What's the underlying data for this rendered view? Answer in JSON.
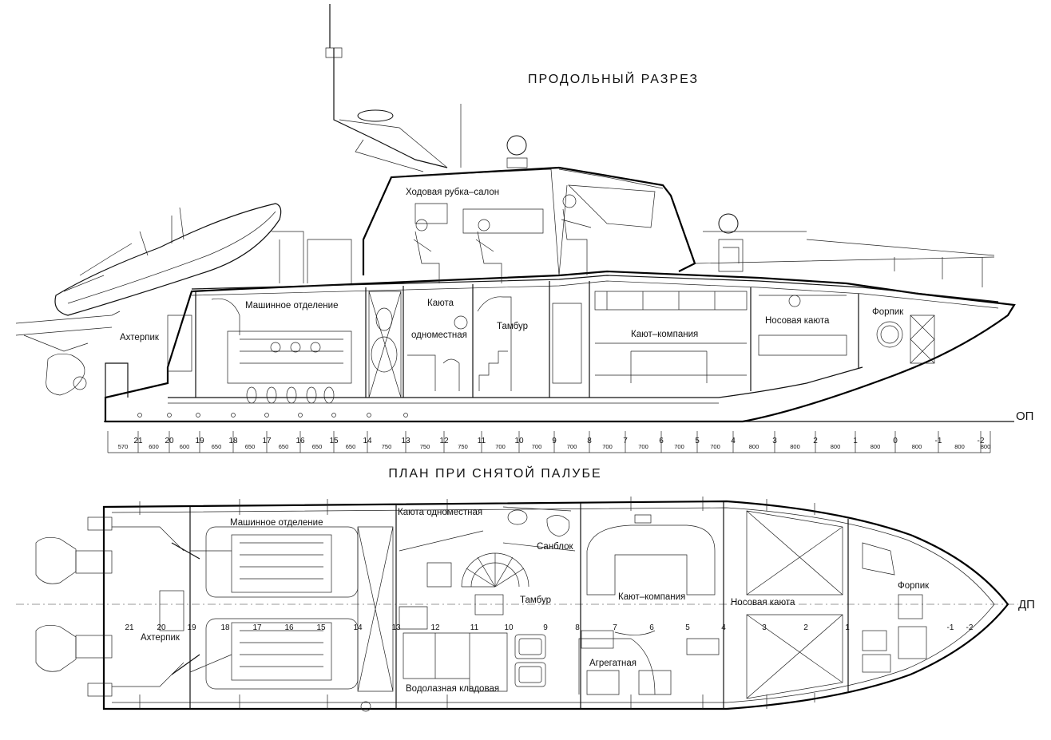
{
  "section_title": "ПРОДОЛЬНЫЙ РАЗРЕЗ",
  "plan_title": "ПЛАН ПРИ СНЯТОЙ ПАЛУБЕ",
  "baseline_label": "ОП",
  "centerline_label": "ДП",
  "section_labels": {
    "wheelhouse": "Ходовая рубка–салон",
    "engine_room": "Машинное отделение",
    "stern": "Ахтерпик",
    "cabin_single_1": "Каюта",
    "cabin_single_2": "одноместная",
    "vestibule": "Тамбур",
    "wardroom": "Кают–компания",
    "bow_cabin": "Носовая каюта",
    "forepeak": "Форпик"
  },
  "plan_labels": {
    "engine_room": "Машинное отделение",
    "stern": "Ахтерпик",
    "cabin_single": "Каюта одноместная",
    "sanitary": "Санблок",
    "vestibule": "Тамбур",
    "wardroom": "Кают–компания",
    "bow_cabin": "Носовая каюта",
    "forepeak": "Форпик",
    "generator": "Агрегатная",
    "diving_store": "Водолазная кладовая"
  },
  "frames": [
    "21",
    "20",
    "19",
    "18",
    "17",
    "16",
    "15",
    "14",
    "13",
    "12",
    "11",
    "10",
    "9",
    "8",
    "7",
    "6",
    "5",
    "4",
    "3",
    "2",
    "1",
    "0",
    "-1",
    "-2"
  ],
  "spacings": [
    "570",
    "600",
    "600",
    "650",
    "650",
    "650",
    "650",
    "650",
    "750",
    "750",
    "750",
    "700",
    "700",
    "700",
    "700",
    "700",
    "700",
    "700",
    "800",
    "800",
    "800",
    "800",
    "800",
    "800",
    "800"
  ],
  "plan_frames": [
    "21",
    "20",
    "19",
    "18",
    "17",
    "16",
    "15",
    "14",
    "13",
    "12",
    "11",
    "10",
    "9",
    "8",
    "7",
    "6",
    "5",
    "4",
    "3",
    "2",
    "1",
    "-1",
    "-2"
  ]
}
